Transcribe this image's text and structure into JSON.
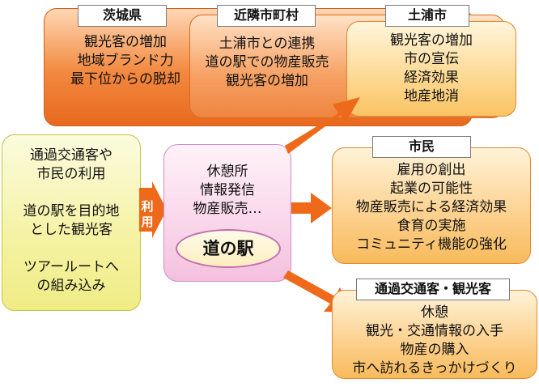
{
  "ibaraki": {
    "tag": "茨城県",
    "lines": [
      "観光客の増加",
      "地域ブランド力",
      "最下位からの脱却"
    ]
  },
  "kinrin": {
    "tag": "近隣市町村",
    "lines": [
      "土浦市との連携",
      "道の駅での物産販売",
      "観光客の増加"
    ]
  },
  "tsuchiura": {
    "tag": "土浦市",
    "lines": [
      "観光客の増加",
      "市の宣伝",
      "経済効果",
      "地産地消"
    ]
  },
  "shimin": {
    "tag": "市民",
    "lines": [
      "雇用の創出",
      "起業の可能性",
      "物産販売による経済効果",
      "食育の実施",
      "コミュニティ機能の強化"
    ]
  },
  "traveler": {
    "tag": "通過交通客・観光客",
    "lines": [
      "休憩",
      "観光・交通情報の入手",
      "物産の購入",
      "市へ訪れるきっかけづくり"
    ]
  },
  "left_box": {
    "lines": [
      "通過交通客や",
      "市民の利用",
      "",
      "道の駅を目的地",
      "とした観光客",
      "",
      "ツアールートへ",
      "の組み込み"
    ]
  },
  "michi": {
    "lines": [
      "休憩所",
      "情報発信",
      "物産販売…"
    ],
    "name": "道の駅"
  },
  "riyo": {
    "label_1": "利",
    "label_2": "用"
  },
  "colors": {
    "arrow": "#ee6a1a",
    "ibaraki": "#f2883e",
    "tsuchiura": "#fdd68c",
    "left_box": "#f5f2a2",
    "michi": "#f9d5ea"
  }
}
